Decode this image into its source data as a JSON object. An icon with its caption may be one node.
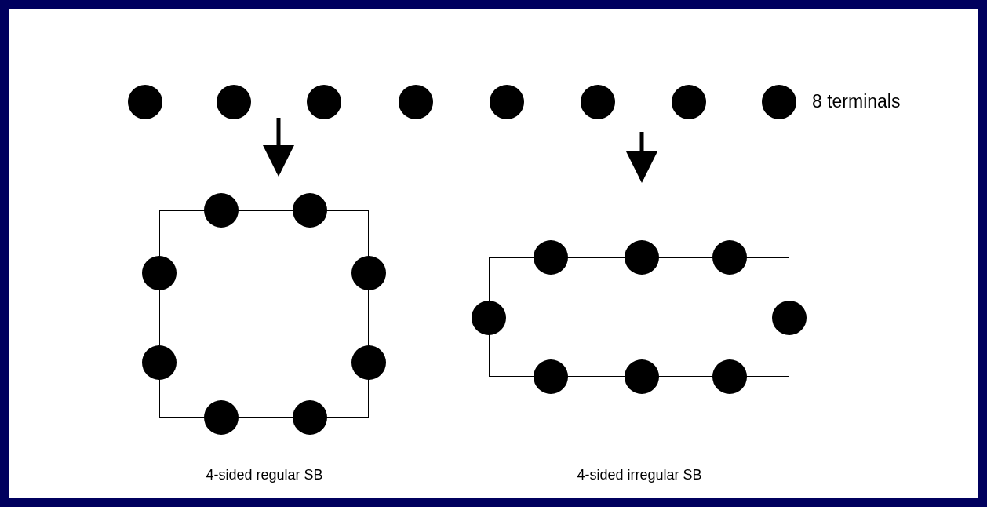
{
  "diagram": {
    "nodes": [
      {
        "text": [],
        "shape": "circle"
      },
      {
        "text": [],
        "shape": "circle"
      },
      {
        "text": [],
        "shape": "circle"
      },
      {
        "text": [],
        "shape": "circle"
      },
      {
        "text": [],
        "shape": "circle"
      },
      {
        "text": [],
        "shape": "circle"
      },
      {
        "text": [],
        "shape": "circle"
      },
      {
        "text": [],
        "shape": "circle"
      },
      {
        "text": [],
        "shape": "box"
      },
      {
        "text": [],
        "shape": "circle"
      },
      {
        "text": [],
        "shape": "circle"
      },
      {
        "text": [],
        "shape": "circle"
      },
      {
        "text": [],
        "shape": "circle"
      },
      {
        "text": [],
        "shape": "circle"
      },
      {
        "text": [],
        "shape": "circle"
      },
      {
        "text": [],
        "shape": "circle"
      },
      {
        "text": [],
        "shape": "circle"
      },
      {
        "text": [],
        "shape": "box"
      },
      {
        "text": [],
        "shape": "circle"
      },
      {
        "text": [],
        "shape": "circle"
      },
      {
        "text": [],
        "shape": "circle"
      },
      {
        "text": [],
        "shape": "circle"
      },
      {
        "text": [],
        "shape": "circle"
      },
      {
        "text": [],
        "shape": "circle"
      },
      {
        "text": [],
        "shape": "circle"
      },
      {
        "text": [],
        "shape": "circle"
      }
    ],
    "labels": [
      "8 terminals",
      "4-sided regular SB",
      "4-sided irregular SB"
    ]
  }
}
